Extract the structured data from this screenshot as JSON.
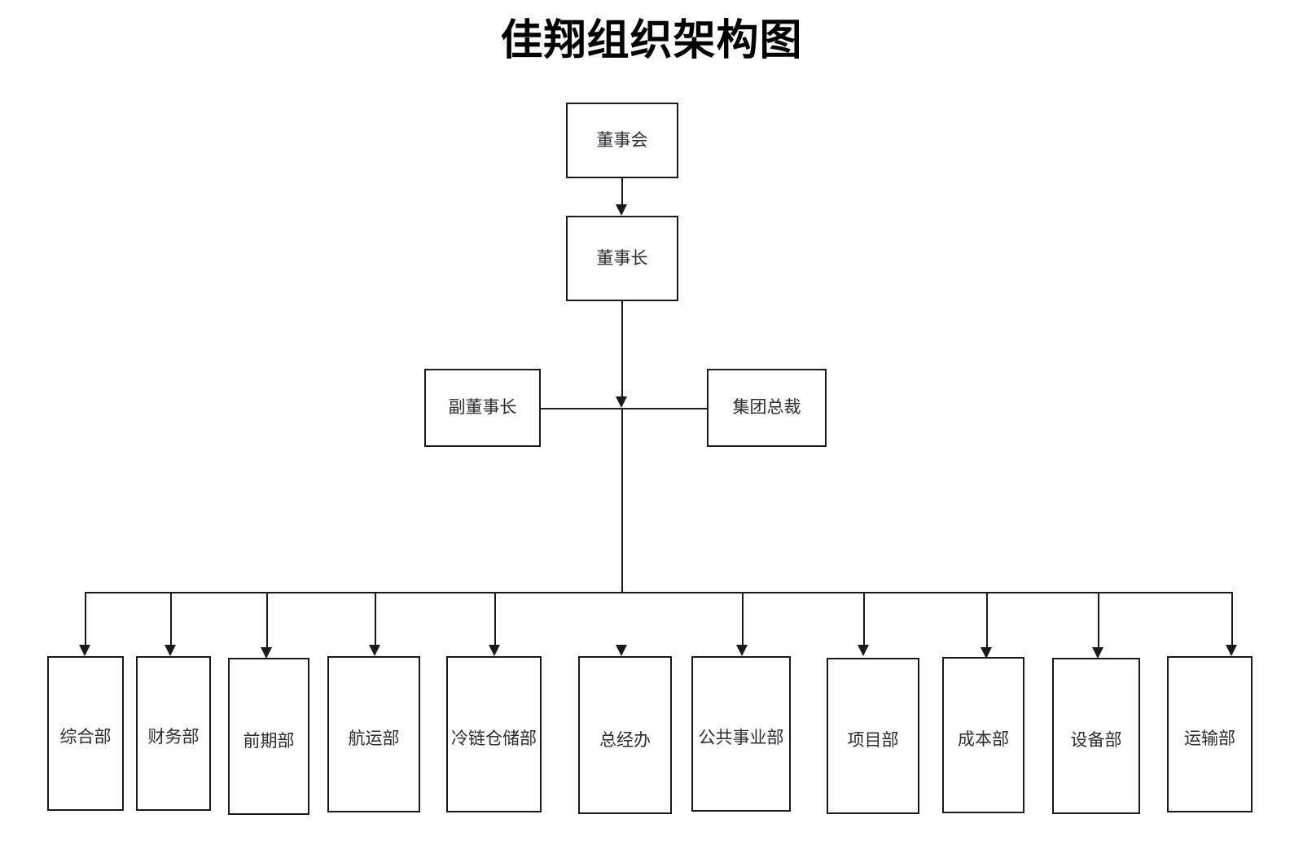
{
  "document": {
    "title": "佳翔组织架构图",
    "background_color": "#ffffff",
    "line_color": "#1a1a1a",
    "text_color": "#2b2b33"
  },
  "org_chart": {
    "levels": [
      {
        "level": 1,
        "nodes": [
          {
            "id": "board",
            "label": "董事会"
          }
        ]
      },
      {
        "level": 2,
        "nodes": [
          {
            "id": "chairman",
            "label": "董事长"
          }
        ]
      },
      {
        "level": 3,
        "nodes": [
          {
            "id": "vice-chairman",
            "label": "副董事长"
          },
          {
            "id": "group-president",
            "label": "集团总裁"
          }
        ]
      },
      {
        "level": 4,
        "nodes": [
          {
            "id": "dept-1",
            "label": "综合部"
          },
          {
            "id": "dept-2",
            "label": "财务部"
          },
          {
            "id": "dept-3",
            "label": "前期部"
          },
          {
            "id": "dept-4",
            "label": "航运部"
          },
          {
            "id": "dept-5",
            "label": "冷链仓储部"
          },
          {
            "id": "dept-6",
            "label": "总经办"
          },
          {
            "id": "dept-7",
            "label": "公共事业部"
          },
          {
            "id": "dept-8",
            "label": "项目部"
          },
          {
            "id": "dept-9",
            "label": "成本部"
          },
          {
            "id": "dept-10",
            "label": "设备部"
          },
          {
            "id": "dept-11",
            "label": "运输部"
          }
        ]
      }
    ]
  }
}
